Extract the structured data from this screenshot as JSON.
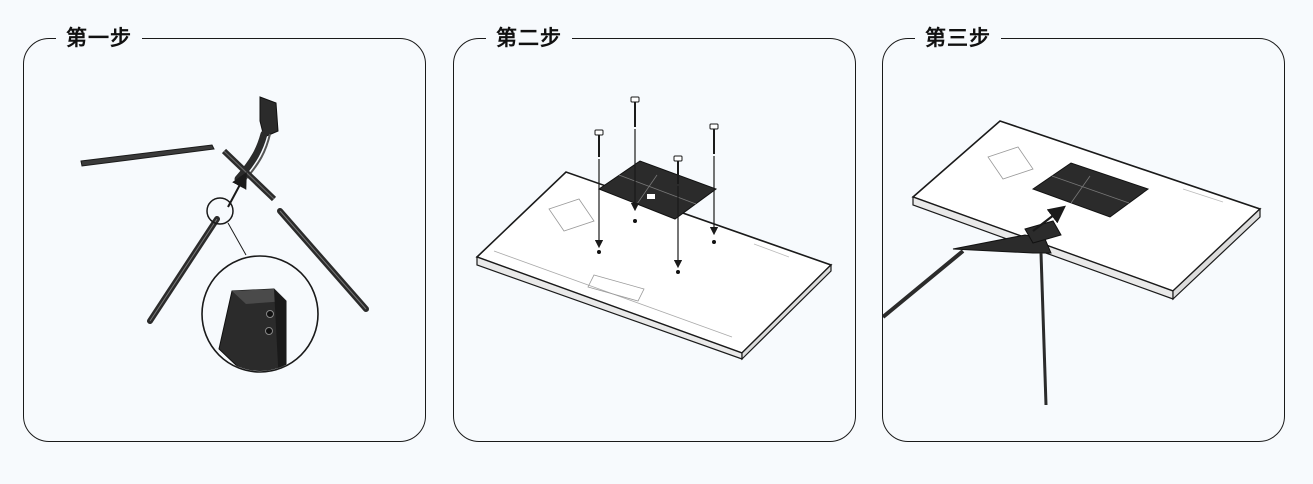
{
  "steps": [
    {
      "title": "第一步"
    },
    {
      "title": "第二步"
    },
    {
      "title": "第三步"
    }
  ],
  "icons": {
    "step1": "stand-legs-assembly-illustration",
    "step2": "tv-back-bracket-screws-illustration",
    "step3": "tv-stand-insertion-illustration"
  },
  "colors": {
    "background": "#f7fafd",
    "line": "#1a1a1a",
    "part_fill": "#2b2b2b"
  }
}
